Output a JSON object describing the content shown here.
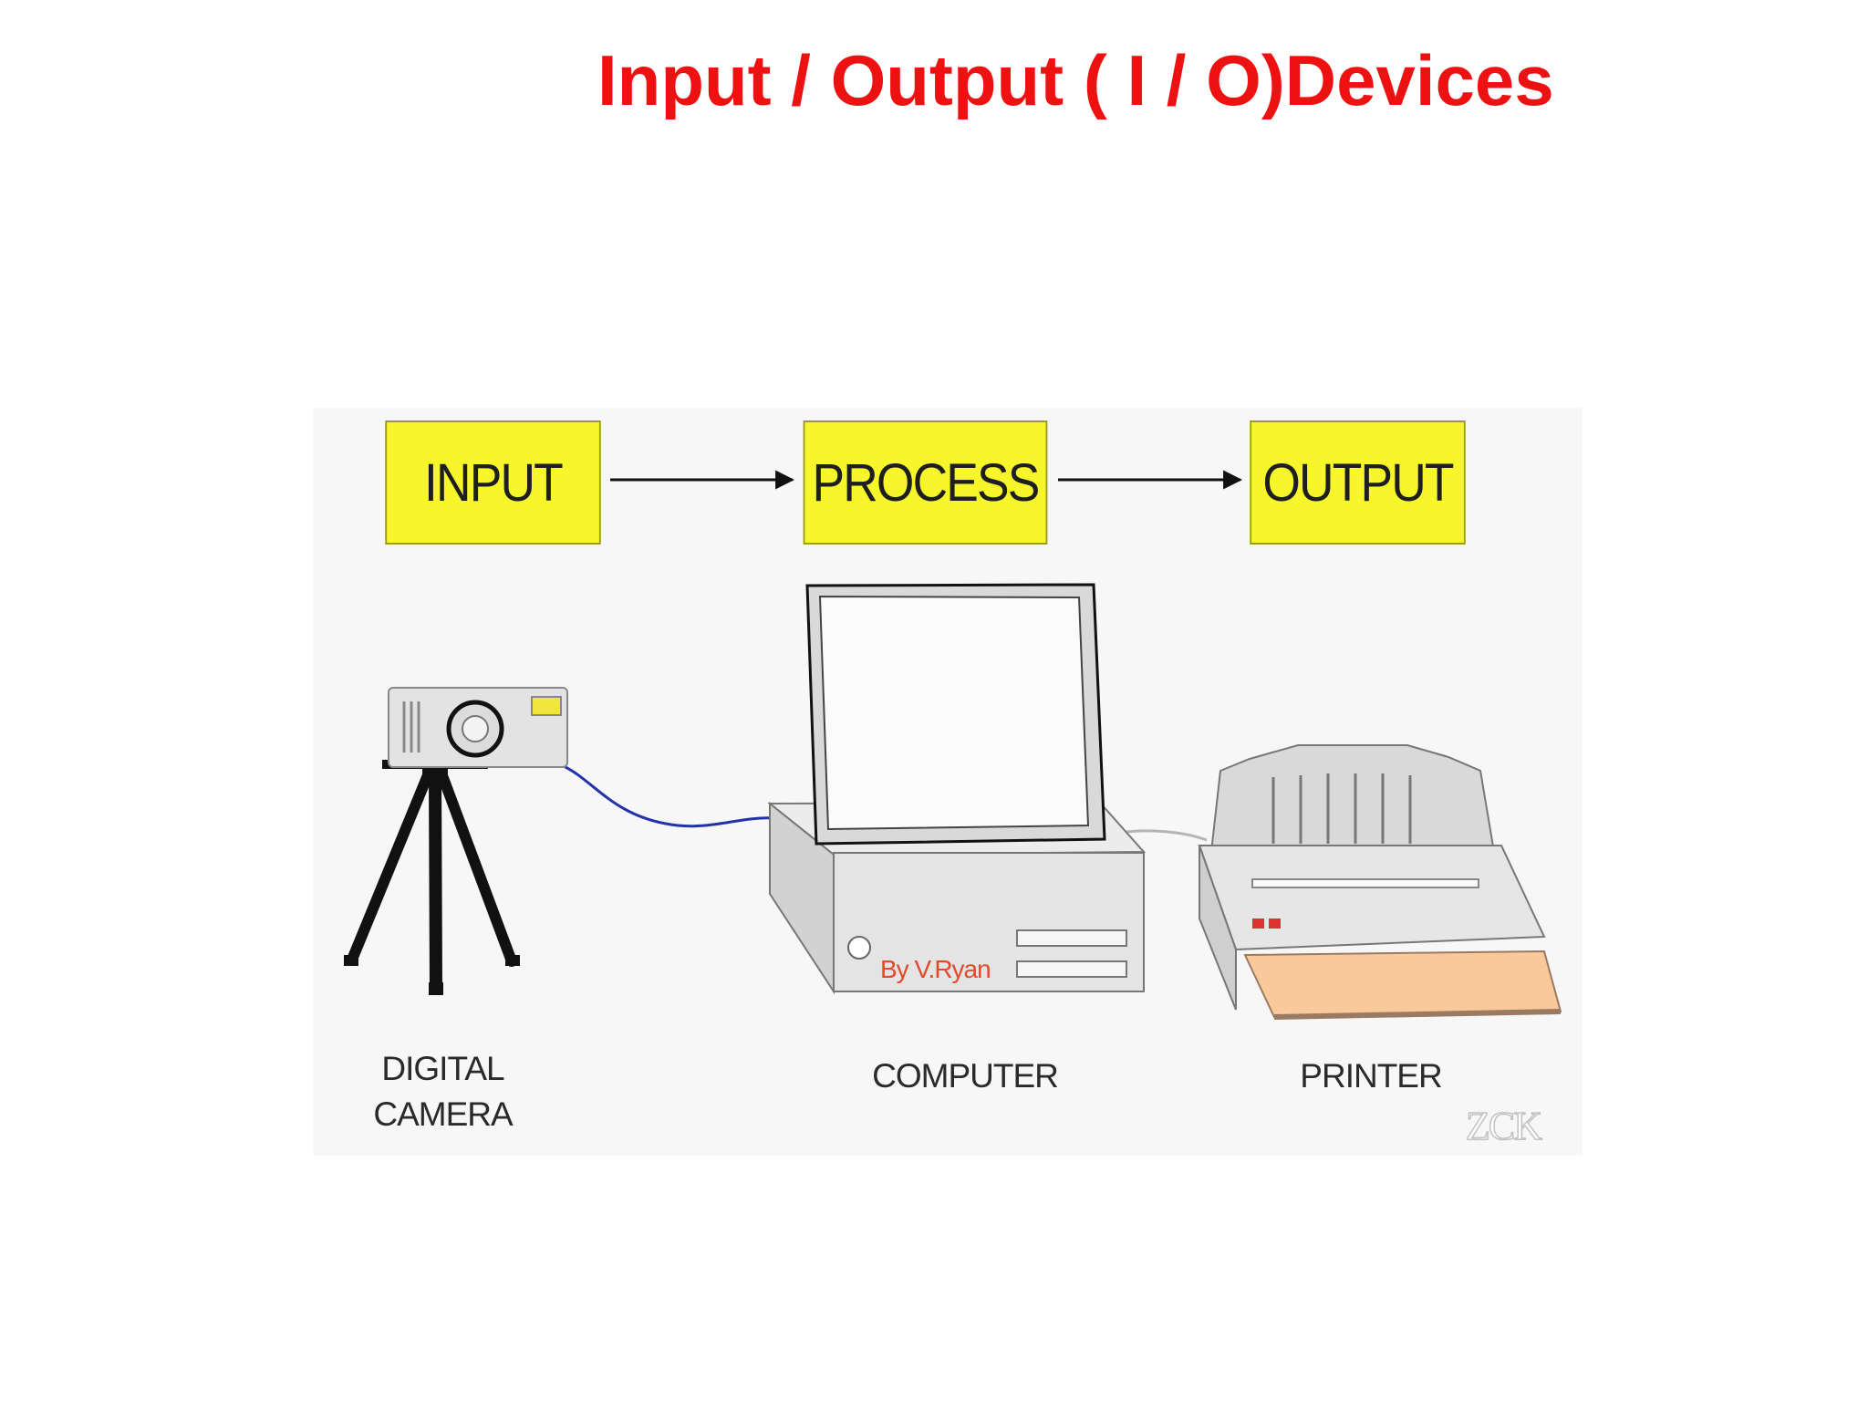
{
  "title": "Input / Output ( I / O)Devices",
  "flow": {
    "input_label": "INPUT",
    "process_label": "PROCESS",
    "output_label": "OUTPUT"
  },
  "devices": {
    "camera_label_line1": "DIGITAL",
    "camera_label_line2": "CAMERA",
    "computer_label": "COMPUTER",
    "printer_label": "PRINTER"
  },
  "credit": "By V.Ryan",
  "watermark": "ZCK",
  "colors": {
    "title": "#ee1111",
    "box_fill": "#f6f62b",
    "paper": "#f9c89b",
    "camera_cable": "#2233aa"
  }
}
